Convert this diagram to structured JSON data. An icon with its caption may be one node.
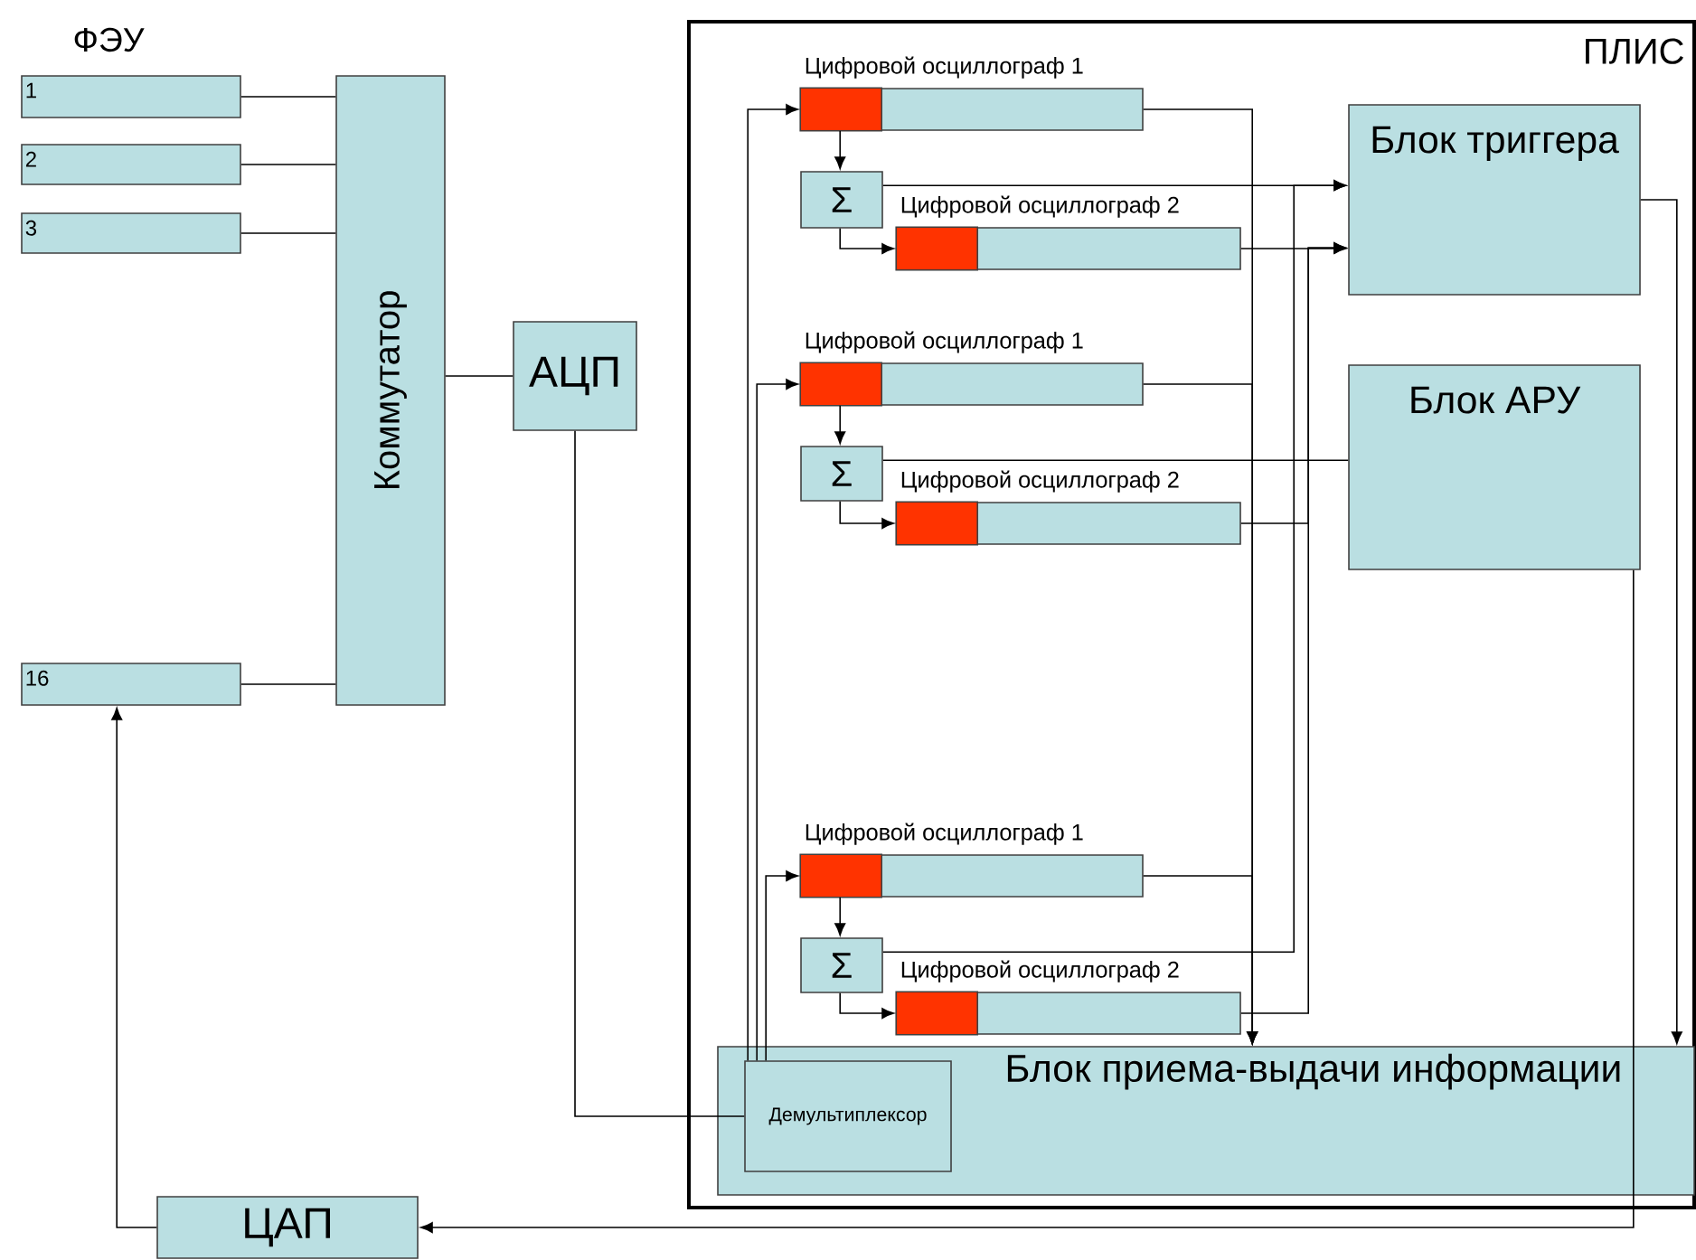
{
  "diagram": {
    "nodes": [
      {
        "text": [
          "ПЛИС"
        ]
      },
      {
        "text": [
          "1"
        ]
      },
      {
        "text": [
          "2"
        ]
      },
      {
        "text": [
          "3"
        ]
      },
      {
        "text": [
          "16"
        ]
      },
      {
        "text": [
          "Коммутатор"
        ]
      },
      {
        "text": [
          "АЦП"
        ]
      },
      {
        "text": [
          "ЦАП"
        ]
      },
      {
        "text": [
          "Цифровой осциллограф 1"
        ],
        "in": 0
      },
      {
        "text": [
          "Σ"
        ],
        "in": 0
      },
      {
        "text": [
          "Цифровой осциллограф 2"
        ],
        "in": 0
      },
      {
        "text": [
          "Цифровой осциллограф 1"
        ],
        "in": 0
      },
      {
        "text": [
          "Σ"
        ],
        "in": 0
      },
      {
        "text": [
          "Цифровой осциллограф 2"
        ],
        "in": 0
      },
      {
        "text": [
          "Цифровой осциллограф 1"
        ],
        "in": 0
      },
      {
        "text": [
          "Σ"
        ],
        "in": 0
      },
      {
        "text": [
          "Цифровой осциллограф 2"
        ],
        "in": 0
      },
      {
        "text": [
          "Блок триггера"
        ],
        "in": 0
      },
      {
        "text": [
          "Блок АРУ"
        ],
        "in": 0
      },
      {
        "text": [
          "Блок приема-выдачи информации"
        ],
        "in": 0
      },
      {
        "text": [
          "Демультиплексор"
        ],
        "in": 19
      }
    ],
    "edges": [
      {
        "from": 1,
        "to": 5,
        "arrow": "none"
      },
      {
        "from": 2,
        "to": 5,
        "arrow": "none"
      },
      {
        "from": 3,
        "to": 5,
        "arrow": "none"
      },
      {
        "from": 4,
        "to": 5,
        "arrow": "none"
      },
      {
        "from": 5,
        "to": 6,
        "arrow": "none"
      },
      {
        "from": 6,
        "to": 20,
        "arrow": "none"
      },
      {
        "from": 20,
        "to": 8,
        "arrow": "to"
      },
      {
        "from": 20,
        "to": 11,
        "arrow": "to"
      },
      {
        "from": 20,
        "to": 14,
        "arrow": "to"
      },
      {
        "from": 8,
        "to": 9,
        "arrow": "to"
      },
      {
        "from": 9,
        "to": 10,
        "arrow": "to"
      },
      {
        "from": 11,
        "to": 12,
        "arrow": "to"
      },
      {
        "from": 12,
        "to": 13,
        "arrow": "to"
      },
      {
        "from": 14,
        "to": 15,
        "arrow": "to"
      },
      {
        "from": 15,
        "to": 16,
        "arrow": "to"
      },
      {
        "from": 8,
        "to": 19,
        "arrow": "to"
      },
      {
        "from": 11,
        "to": 19,
        "arrow": "to"
      },
      {
        "from": 14,
        "to": 19,
        "arrow": "to"
      },
      {
        "from": 9,
        "to": 17,
        "arrow": "to"
      },
      {
        "from": 15,
        "to": 17,
        "arrow": "to"
      },
      {
        "from": 10,
        "to": 17,
        "arrow": "to"
      },
      {
        "from": 13,
        "to": 17,
        "arrow": "to"
      },
      {
        "from": 16,
        "to": 17,
        "arrow": "to"
      },
      {
        "from": 12,
        "to": 18,
        "arrow": "none"
      },
      {
        "from": 17,
        "to": 19,
        "arrow": "to"
      },
      {
        "from": 18,
        "to": 7,
        "arrow": "to"
      },
      {
        "from": 7,
        "to": 4,
        "arrow": "to"
      }
    ],
    "labels": [
      "ФЭУ"
    ]
  }
}
